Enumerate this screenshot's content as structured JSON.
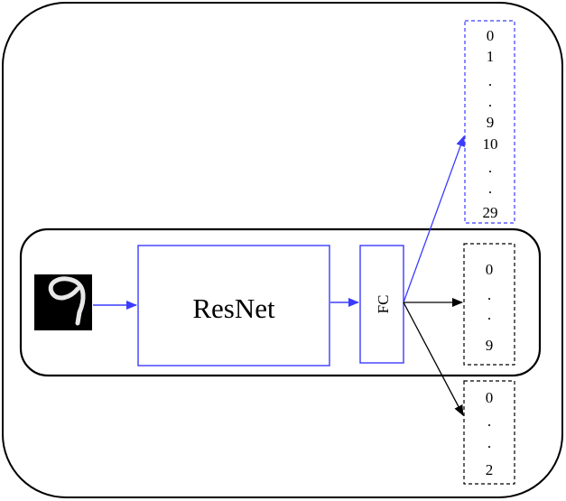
{
  "input_image": {
    "digit": "9"
  },
  "blocks": {
    "resnet_label": "ResNet",
    "fc_label": "FC"
  },
  "outputs": {
    "top": [
      "0",
      "1",
      ".",
      ".",
      "9",
      "10",
      ".",
      ".",
      "29"
    ],
    "middle": [
      "0",
      ".",
      ".",
      "9"
    ],
    "bottom": [
      "0",
      ".",
      ".",
      "2"
    ]
  },
  "colors": {
    "blue": "#3b3bff",
    "black": "#000000",
    "box_border": "#3b3bff",
    "dash_border": "#000000"
  }
}
